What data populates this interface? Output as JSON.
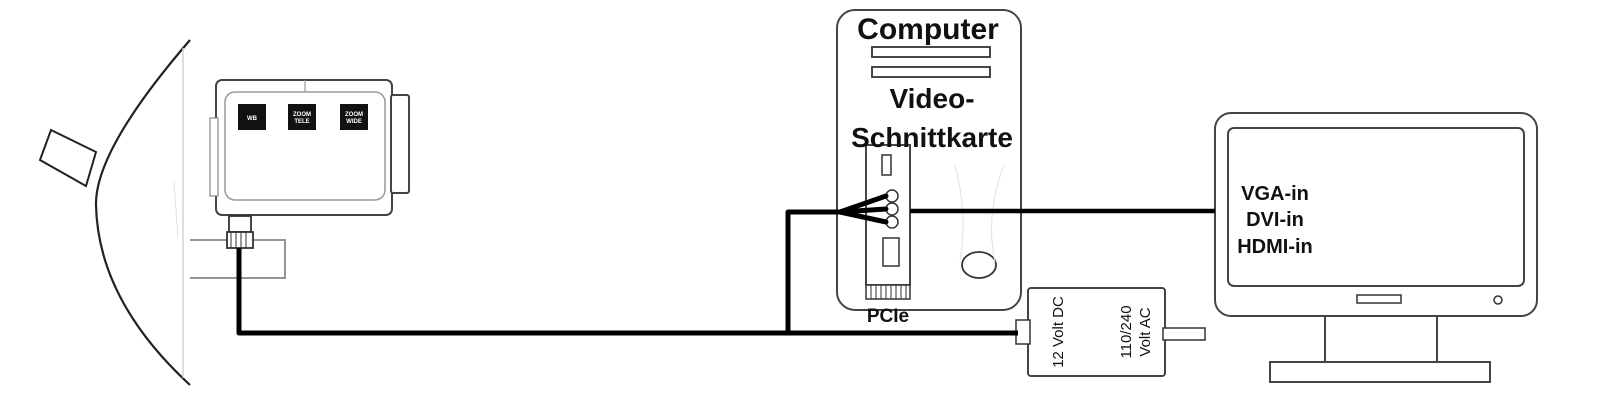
{
  "computer": {
    "title": "Computer",
    "card_line1": "Video-",
    "card_line2": "Schnittkarte",
    "slot_label": "PCIe"
  },
  "camera": {
    "buttons": {
      "wb": "WB",
      "zoom_tele_line1": "ZOOM",
      "zoom_tele_line2": "TELE",
      "zoom_wide_line1": "ZOOM",
      "zoom_wide_line2": "WIDE"
    }
  },
  "power_supply": {
    "dc_label": "12 Volt DC",
    "ac_line1": "110/240",
    "ac_line2": "Volt AC"
  },
  "monitor": {
    "inputs": [
      "VGA-in",
      "DVI-in",
      "HDMI-in"
    ]
  }
}
